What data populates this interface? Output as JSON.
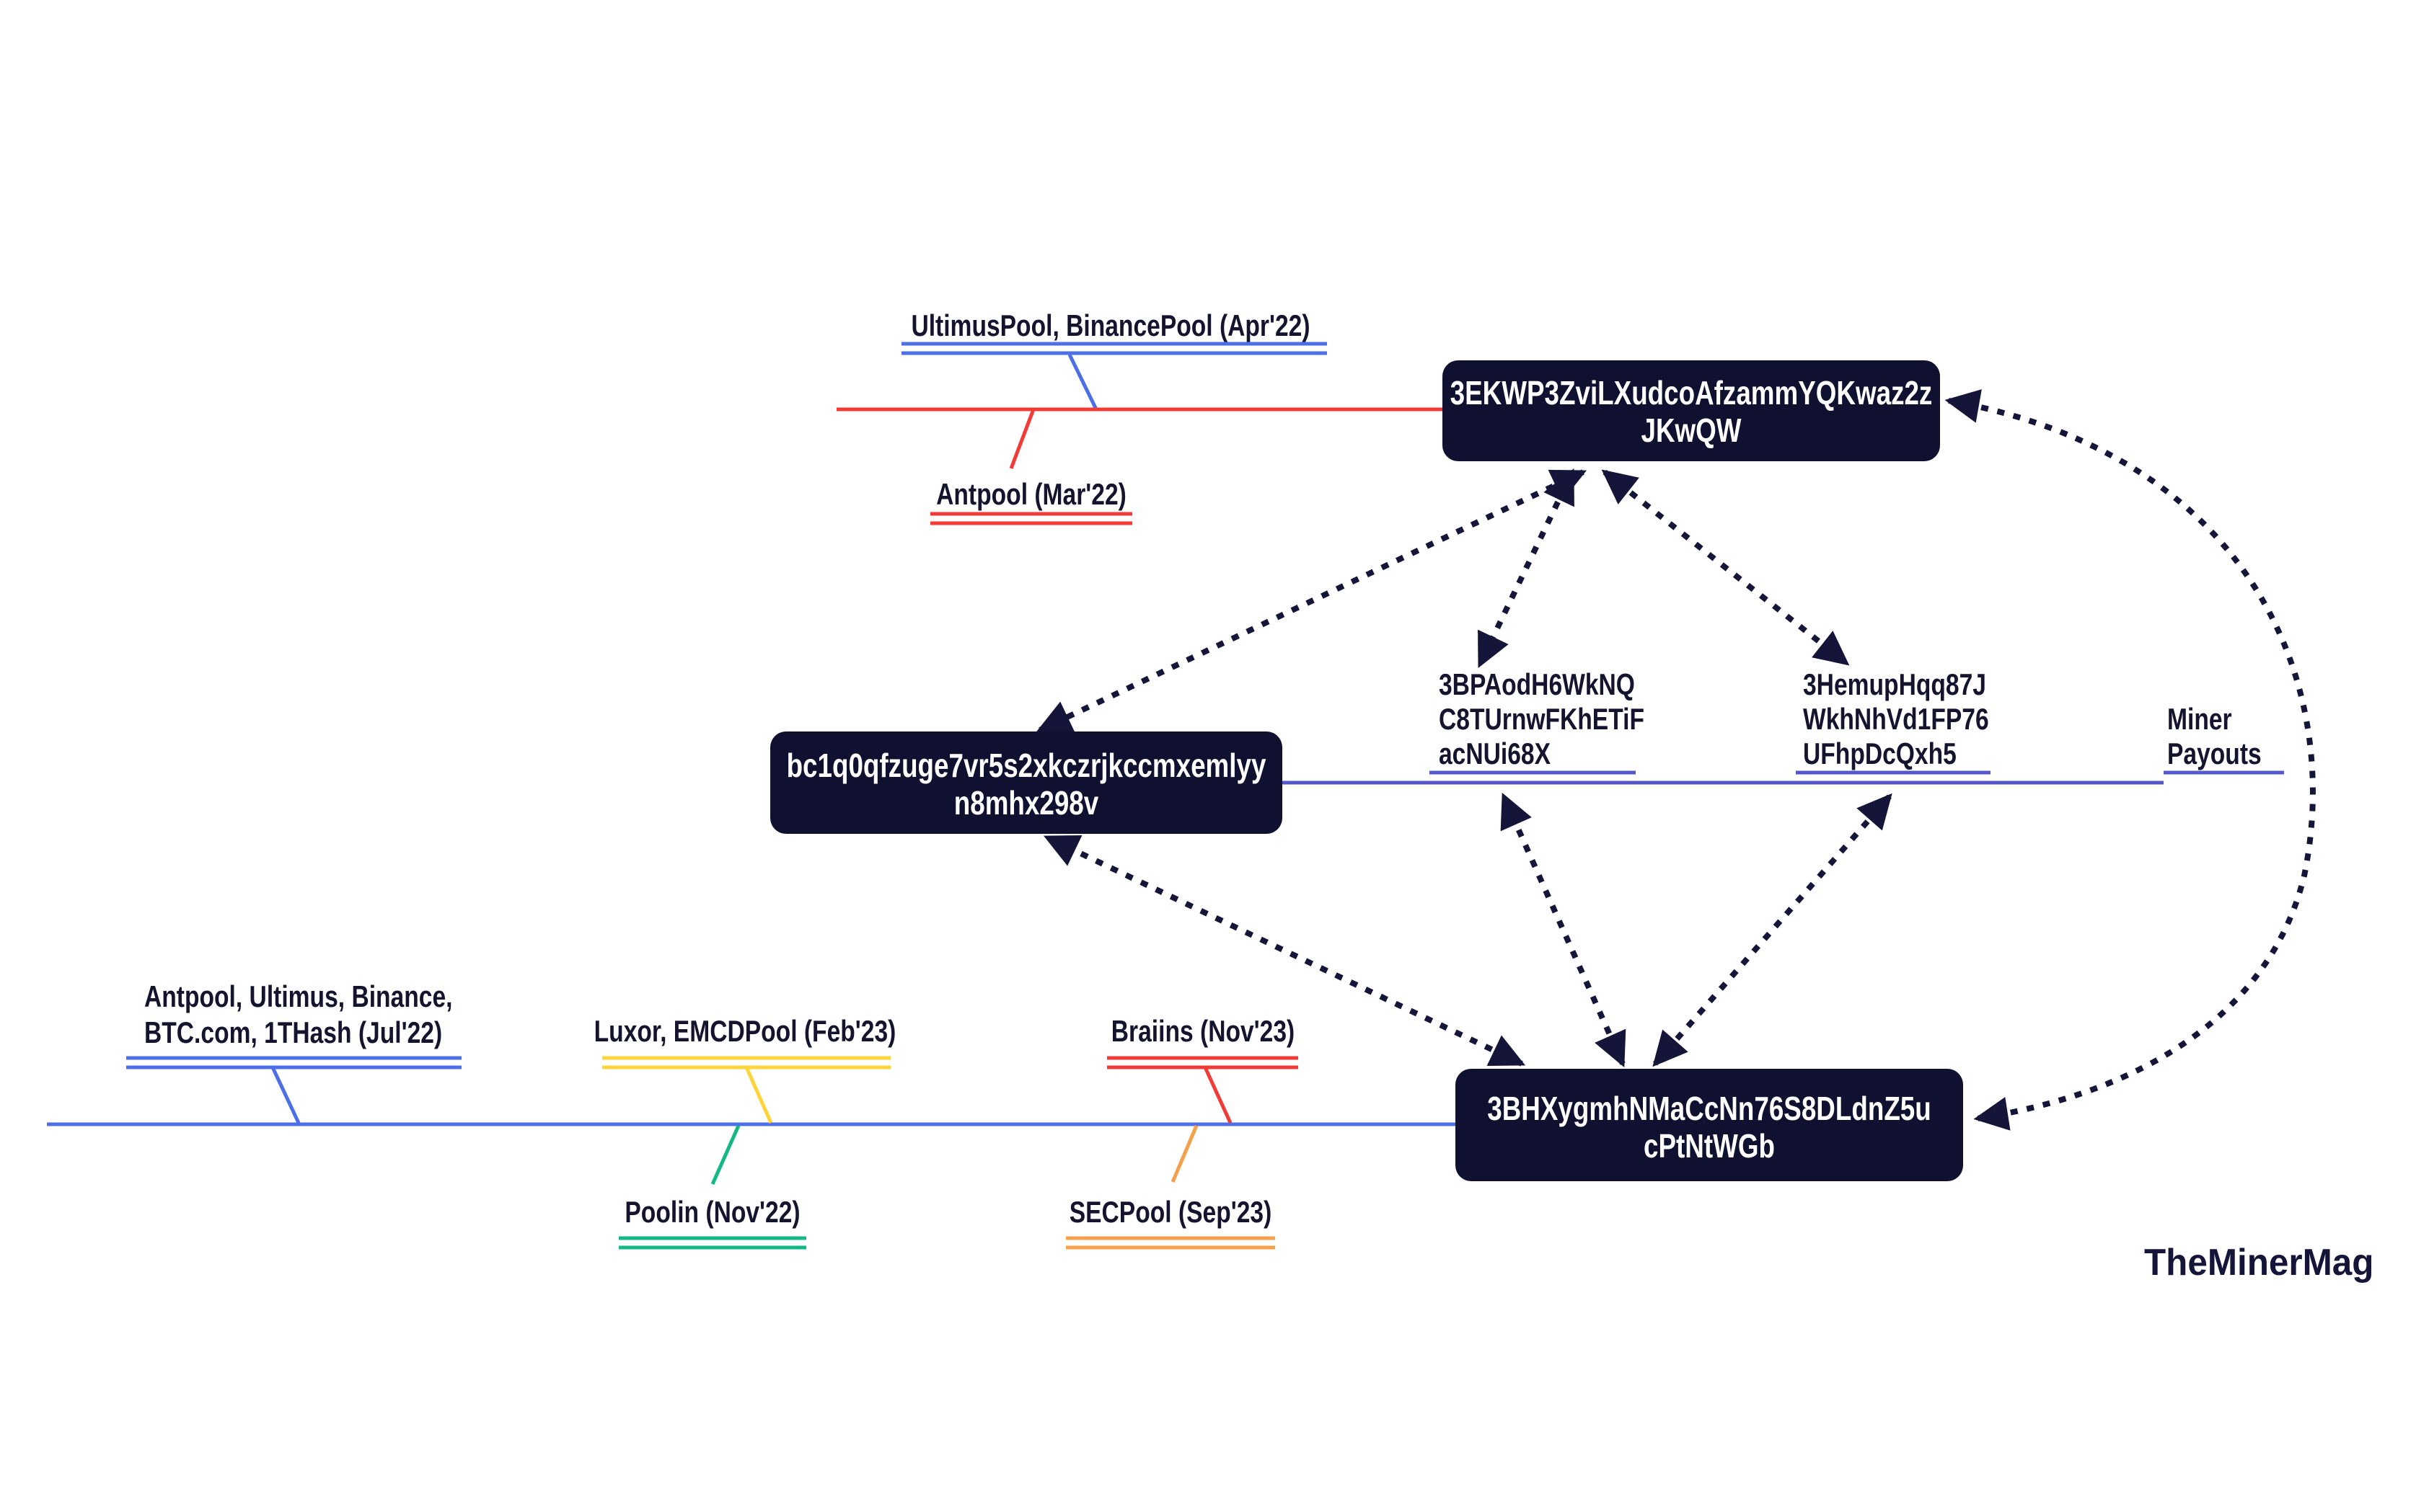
{
  "watermark": "TheMinerMag",
  "colors": {
    "background": "#ffffff",
    "box_background": "#101130",
    "box_text": "#ffffff",
    "label_text": "#14142f",
    "dotted_arrow": "#15153a",
    "blue": "#4C6FE7",
    "red": "#F23B37",
    "purple": "#5457C8",
    "yellow": "#FFD43B",
    "green": "#12B886",
    "orange": "#F5A14B"
  },
  "address_boxes": [
    {
      "name": "wallet-3ekwp",
      "lines": [
        "3EKWP3ZviLXudcoAfzammYQKwaz2z",
        "JKwQW"
      ]
    },
    {
      "name": "wallet-bc1q",
      "lines": [
        "bc1q0qfzuge7vr5s2xkczrjkccmxemlyy",
        "n8mhx298v"
      ]
    },
    {
      "name": "wallet-3bhx",
      "lines": [
        "3BHXygmhNMaCcNn76S8DLdnZ5u",
        "cPtNtWGb"
      ]
    }
  ],
  "pool_labels": [
    {
      "name": "ultimus-binance",
      "text": "UltimusPool, BinancePool (Apr'22)",
      "underline_color": "blue"
    },
    {
      "name": "antpool",
      "text": "Antpool (Mar'22)",
      "underline_color": "red"
    },
    {
      "name": "antpool-group",
      "lines": [
        "Antpool, Ultimus, Binance,",
        "BTC.com, 1THash (Jul'22)"
      ],
      "underline_color": "blue"
    },
    {
      "name": "luxor-emcd",
      "text": "Luxor, EMCDPool (Feb'23)",
      "underline_color": "yellow"
    },
    {
      "name": "poolin",
      "text": "Poolin (Nov'22)",
      "underline_color": "green"
    },
    {
      "name": "braiins",
      "text": "Braiins (Nov'23)",
      "underline_color": "red"
    },
    {
      "name": "secpool",
      "text": "SECPool (Sep'23)",
      "underline_color": "orange"
    }
  ],
  "address_labels": [
    {
      "name": "addr-3bpa",
      "lines": [
        "3BPAodH6WkNQ",
        "C8TUrnwFKhETiF",
        "acNUi68X"
      ]
    },
    {
      "name": "addr-3hemup",
      "lines": [
        "3HemupHqq87J",
        "WkhNhVd1FP76",
        "UFhpDcQxh5"
      ]
    }
  ],
  "axis_label": {
    "lines": [
      "Miner",
      "Payouts"
    ]
  }
}
